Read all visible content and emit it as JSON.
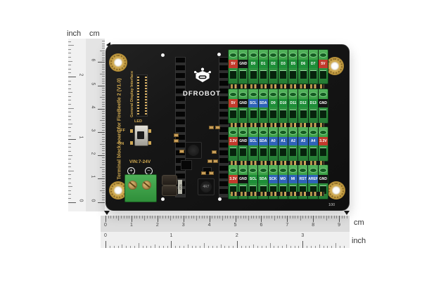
{
  "rulers": {
    "vertical": {
      "top_labels": {
        "inch": "inch",
        "cm": "cm"
      },
      "cm_numbers": [
        "0",
        "1",
        "2",
        "3",
        "4",
        "5",
        "6"
      ],
      "inch_numbers": [
        "0",
        "1",
        "2"
      ],
      "direction": "bottom-up"
    },
    "horizontal": {
      "cm_numbers": [
        "0",
        "1",
        "2",
        "3",
        "4",
        "5",
        "6",
        "7",
        "8",
        "9"
      ],
      "inch_numbers": [
        "0",
        "1",
        "2",
        "3"
      ],
      "unit_labels": {
        "cm": "cm",
        "inch": "inch"
      }
    }
  },
  "board": {
    "logo_text": "DFROBOT",
    "silkscreen": {
      "left_title": "Terminal block board for FireBeetle 2 (V1.0)",
      "display_interface_label": "General Display Interface",
      "led_label": "LED",
      "switch_off": "OFF",
      "switch_on": "ON",
      "vin_label": "VIN:7-24V",
      "vin_plus": "+",
      "vin_minus": "−",
      "board_number": "100"
    },
    "component_markings": {
      "inductor": "4R7",
      "resistor_network": "T10"
    },
    "pin_label_colors": {
      "red": "#c23a2c",
      "black": "#141414",
      "green": "#1e8e38",
      "blue": "#2f63b8"
    },
    "terminal_rows": [
      {
        "name": "row-1",
        "pins": [
          {
            "label": "5V",
            "color": "red"
          },
          {
            "label": "GND",
            "color": "black"
          },
          {
            "label": "D0",
            "color": "green"
          },
          {
            "label": "D1",
            "color": "green"
          },
          {
            "label": "D2",
            "color": "green"
          },
          {
            "label": "D3",
            "color": "green"
          },
          {
            "label": "D5",
            "color": "green"
          },
          {
            "label": "D6",
            "color": "green"
          },
          {
            "label": "D7",
            "color": "green"
          },
          {
            "label": "5V",
            "color": "red"
          }
        ]
      },
      {
        "name": "row-2",
        "pins": [
          {
            "label": "5V",
            "color": "red"
          },
          {
            "label": "GND",
            "color": "black"
          },
          {
            "label": "SCL",
            "color": "blue"
          },
          {
            "label": "SDA",
            "color": "blue"
          },
          {
            "label": "D9",
            "color": "green"
          },
          {
            "label": "D10",
            "color": "green"
          },
          {
            "label": "D11",
            "color": "green"
          },
          {
            "label": "D12",
            "color": "green"
          },
          {
            "label": "D13",
            "color": "green"
          },
          {
            "label": "GND",
            "color": "black"
          }
        ]
      },
      {
        "name": "row-3",
        "pins": [
          {
            "label": "3.3V",
            "color": "red"
          },
          {
            "label": "GND",
            "color": "black"
          },
          {
            "label": "SCL",
            "color": "blue"
          },
          {
            "label": "SDA",
            "color": "blue"
          },
          {
            "label": "A0",
            "color": "blue"
          },
          {
            "label": "A1",
            "color": "blue"
          },
          {
            "label": "A2",
            "color": "blue"
          },
          {
            "label": "A3",
            "color": "blue"
          },
          {
            "label": "A4",
            "color": "blue"
          },
          {
            "label": "3.3V",
            "color": "red"
          }
        ]
      },
      {
        "name": "row-4",
        "pins": [
          {
            "label": "3.3V",
            "color": "red"
          },
          {
            "label": "GND",
            "color": "black"
          },
          {
            "label": "SCL",
            "color": "green"
          },
          {
            "label": "SDA",
            "color": "green"
          },
          {
            "label": "SCK",
            "color": "blue"
          },
          {
            "label": "MO",
            "color": "blue"
          },
          {
            "label": "MI",
            "color": "blue"
          },
          {
            "label": "RST",
            "color": "blue"
          },
          {
            "label": "AREF",
            "color": "blue"
          },
          {
            "label": "GND",
            "color": "black"
          }
        ]
      }
    ]
  }
}
